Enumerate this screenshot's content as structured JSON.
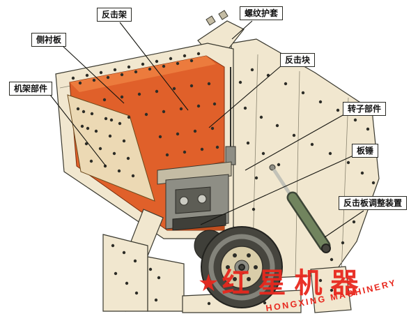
{
  "labels": [
    {
      "id": "impact-frame",
      "text": "反击架"
    },
    {
      "id": "threaded-sleeve",
      "text": "螺纹护套"
    },
    {
      "id": "side-liner-plate",
      "text": "侧衬板"
    },
    {
      "id": "impact-block",
      "text": "反击块"
    },
    {
      "id": "frame-parts",
      "text": "机架部件"
    },
    {
      "id": "rotor-parts",
      "text": "转子部件"
    },
    {
      "id": "blow-bar",
      "text": "板锤"
    },
    {
      "id": "impact-plate-adjustment-device",
      "text": "反击板调整装置"
    }
  ],
  "watermark": {
    "star": "★",
    "brand": "红星机器",
    "brand_en": "HONGXING MACHINERY"
  },
  "colors": {
    "body": "#f1e7cf",
    "body-dark": "#e0d1ae",
    "chamber": "#e0602a",
    "chamber-dark": "#c04e1e",
    "metal": "#8e8e85",
    "cylinder": "#71845e",
    "brand-red": "#e8281e"
  }
}
